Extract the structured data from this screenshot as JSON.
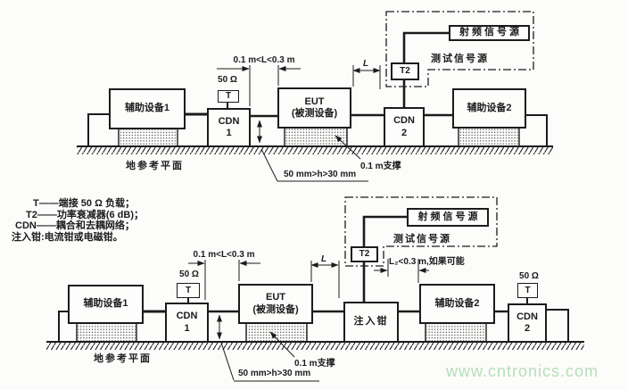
{
  "colors": {
    "line": "#1b1b1b",
    "watermark": "#b5dfb8",
    "background": "#fcfcfb"
  },
  "watermark": {
    "text": "www.cntronics.com"
  },
  "legend": {
    "lines": [
      "T——端接 50 Ω 负载；",
      "T2——功率衰减器(6 dB)；",
      "CDN——耦合和去耦网络；",
      "注入钳:电流钳或电磁钳。"
    ]
  },
  "top": {
    "aux1": "辅助设备1",
    "aux2": "辅助设备2",
    "cdn": "CDN",
    "cdn1_no": "1",
    "cdn2_no": "2",
    "eut": "EUT",
    "eut_sub": "(被测设备)",
    "t": "T",
    "t2": "T2",
    "load": "50 Ω",
    "rf_source": "射频信号源",
    "test_source": "测试信号源",
    "dim_range": "0.1 m<L<0.3 m",
    "dim_l": "L",
    "support": "0.1 m支撑",
    "h_range": "50 mm>h>30 mm",
    "ground": "地参考平面"
  },
  "bottom": {
    "aux1": "辅助设备1",
    "aux2": "辅助设备2",
    "cdn": "CDN",
    "cdn1_no": "1",
    "cdn2_no": "2",
    "eut": "EUT",
    "eut_sub": "(被测设备)",
    "t": "T",
    "t2": "T2",
    "load": "50 Ω",
    "clamp": "注入钳",
    "rf_source": "射频信号源",
    "test_source": "测试信号源",
    "dim_range": "0.1 m<L<0.3 m",
    "dim_l": "L",
    "dim_l2": "L₂<0.3 m,如果可能",
    "support": "0.1 m支撑",
    "h_range": "50 mm>h>30 mm",
    "ground": "地参考平面"
  }
}
